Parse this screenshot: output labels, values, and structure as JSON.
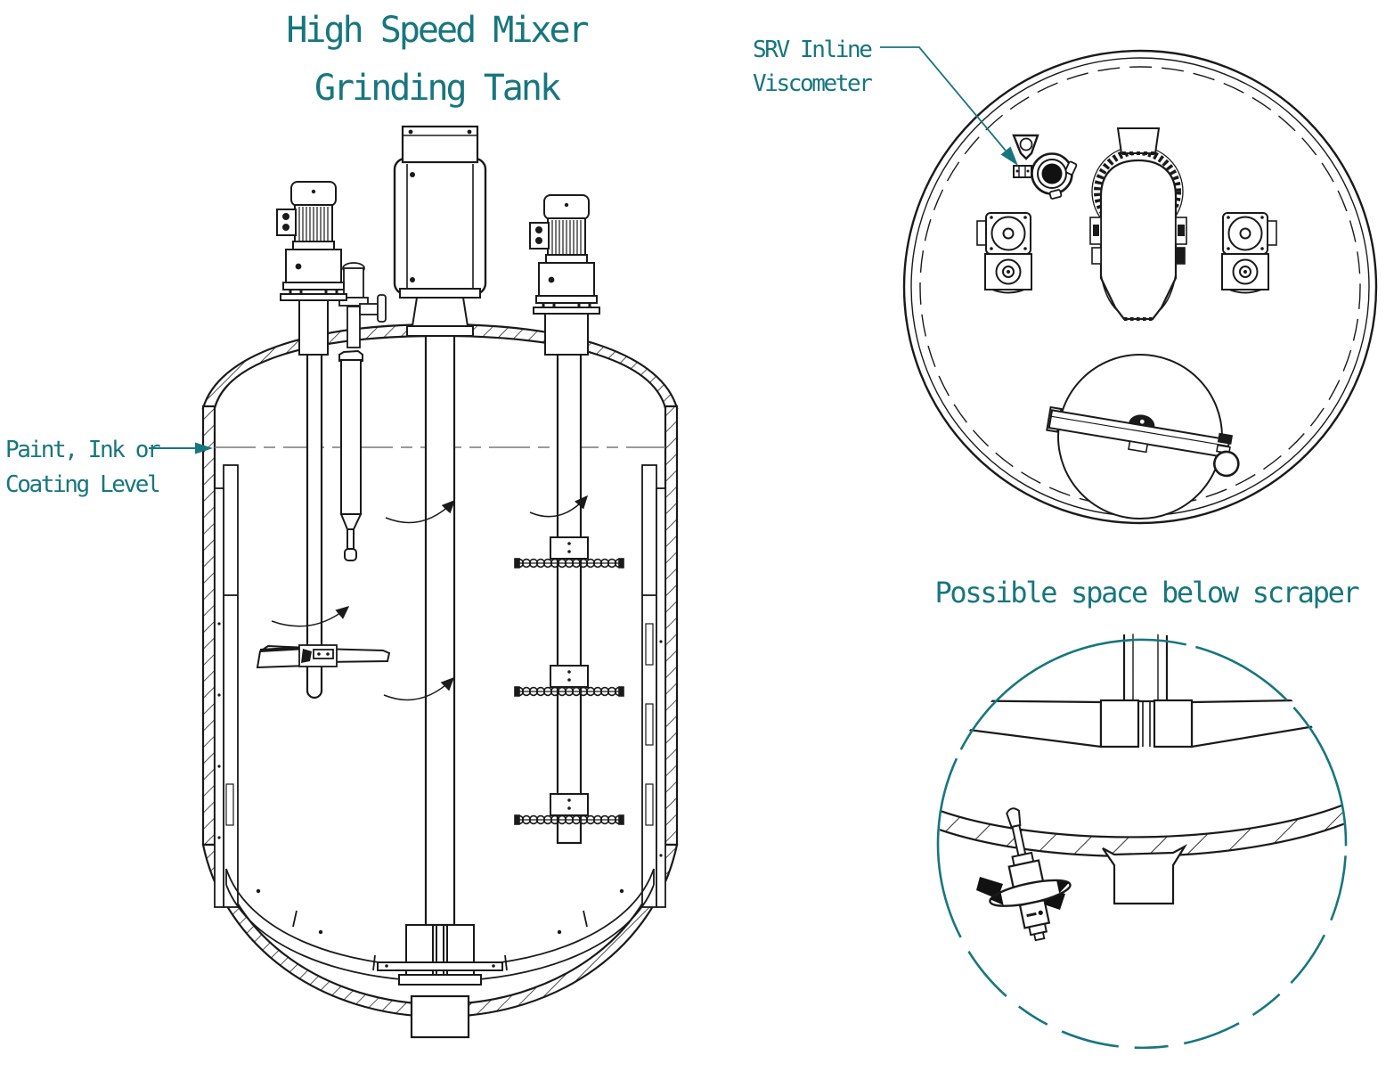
{
  "labels": {
    "title": {
      "line1": "High Speed Mixer",
      "line2": "Grinding Tank"
    },
    "viscometer_callout": {
      "line1": "SRV Inline",
      "line2": "Viscometer"
    },
    "level_callout": {
      "line1": "Paint, Ink or",
      "line2": "Coating Level"
    },
    "detail_title": "Possible space below scraper"
  },
  "colors": {
    "accent_teal": "#17767E",
    "drawing_line": "#1a1a1a",
    "level_line_gray": "#787878",
    "background": "#ffffff"
  },
  "icons": {
    "level_leader": "teal-arrow-right",
    "viscometer_leader": "teal-arrow-diagonal"
  }
}
